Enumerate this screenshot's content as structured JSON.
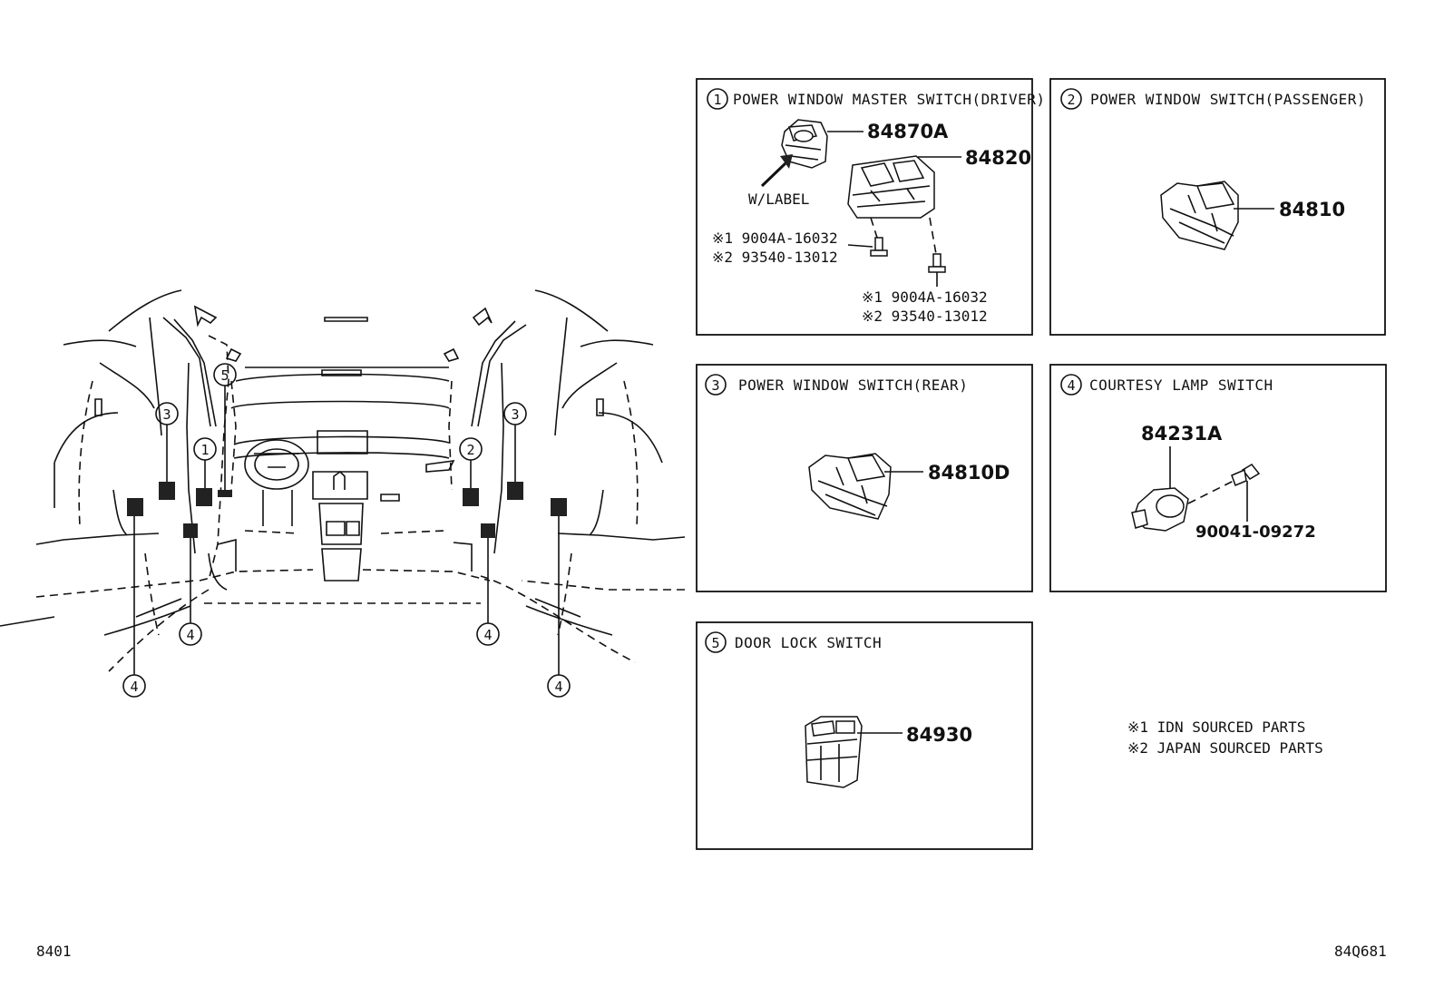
{
  "panels": [
    {
      "num": "1",
      "title": "POWER WINDOW MASTER SWITCH(DRIVER)",
      "parts": [
        "84870A",
        "84820"
      ],
      "label": "W/LABEL",
      "screws_left": [
        "※1 9004A-16032",
        "※2 93540-13012"
      ],
      "screws_right": [
        "※1 9004A-16032",
        "※2 93540-13012"
      ]
    },
    {
      "num": "2",
      "title": "POWER WINDOW SWITCH(PASSENGER)",
      "parts": [
        "84810"
      ]
    },
    {
      "num": "3",
      "title": "POWER WINDOW SWITCH(REAR)",
      "parts": [
        "84810D"
      ]
    },
    {
      "num": "4",
      "title": "COURTESY LAMP SWITCH",
      "parts": [
        "84231A",
        "90041-09272"
      ]
    },
    {
      "num": "5",
      "title": "DOOR LOCK SWITCH",
      "parts": [
        "84930"
      ]
    }
  ],
  "notes": [
    "※1 IDN SOURCED PARTS",
    "※2 JAPAN SOURCED PARTS"
  ],
  "callouts": {
    "c3l": "3",
    "c5": "5",
    "c1": "1",
    "c2": "2",
    "c3r": "3",
    "c4a": "4",
    "c4b": "4",
    "c4c": "4",
    "c4d": "4"
  },
  "footer": {
    "left": "8401",
    "right": "84Q681"
  }
}
